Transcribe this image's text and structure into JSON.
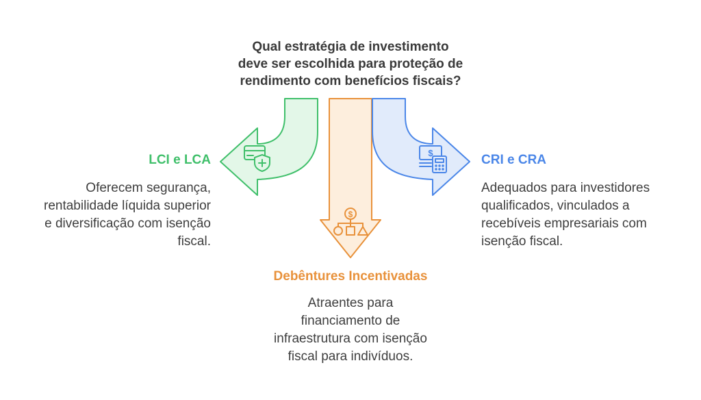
{
  "title": {
    "lines": [
      "Qual estratégia de investimento",
      "deve ser escolhida para proteção de",
      "rendimento com benefícios fiscais?"
    ]
  },
  "options": {
    "left": {
      "label": "LCI e LCA",
      "description": [
        "Oferecem segurança,",
        "rentabilidade líquida superior",
        "e diversificação com isenção",
        "fiscal."
      ],
      "color": "#3fbf6a",
      "fill": "#e3f7e8",
      "icon": "card-shield-icon"
    },
    "center": {
      "label": "Debêntures Incentivadas",
      "description": [
        "Atraentes para",
        "financiamento de",
        "infraestrutura com isenção",
        "fiscal para indivíduos."
      ],
      "color": "#e8913a",
      "fill": "#fdeedd",
      "icon": "dollar-flowchart-icon"
    },
    "right": {
      "label": "CRI e CRA",
      "description": [
        "Adequados para investidores",
        "qualificados, vinculados a",
        "recebíveis empresariais com",
        "isenção fiscal."
      ],
      "color": "#4a86e8",
      "fill": "#e1ebfb",
      "icon": "money-calculator-icon"
    }
  }
}
